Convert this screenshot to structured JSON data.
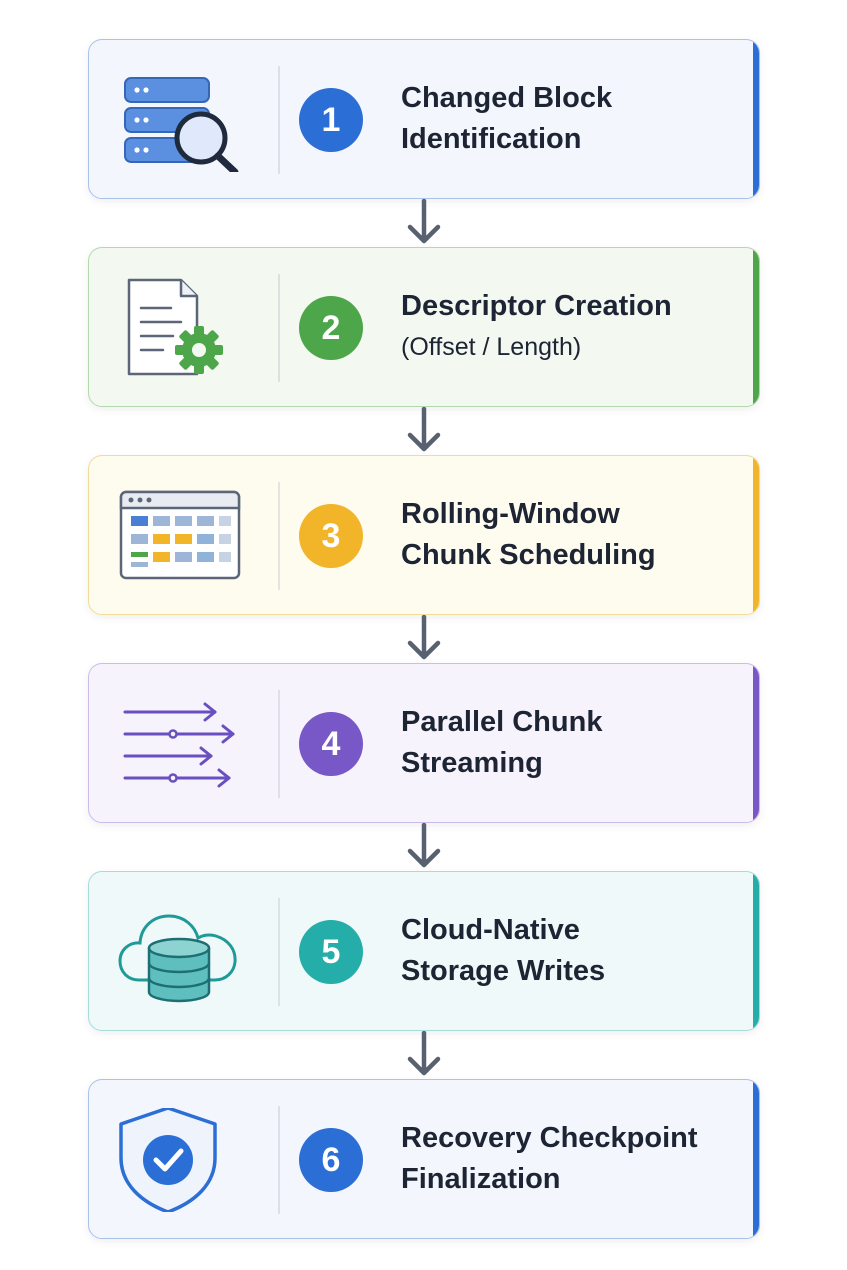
{
  "steps": [
    {
      "number": "1",
      "title_line1": "Changed Block",
      "title_line2": "Identification",
      "icon": "server-search-icon",
      "accent": "#2b6fd6",
      "bg": "#f3f6fc"
    },
    {
      "number": "2",
      "title_line1": "Descriptor Creation",
      "title_line2": "(Offset / Length)",
      "icon": "document-gear-icon",
      "accent": "#4da64a",
      "bg": "#f3f8f1"
    },
    {
      "number": "3",
      "title_line1": "Rolling-Window",
      "title_line2": "Chunk Scheduling",
      "icon": "schedule-grid-icon",
      "accent": "#f2b429",
      "bg": "#fefbef"
    },
    {
      "number": "4",
      "title_line1": "Parallel Chunk",
      "title_line2": "Streaming",
      "icon": "parallel-arrows-icon",
      "accent": "#7758c6",
      "bg": "#f6f3fc"
    },
    {
      "number": "5",
      "title_line1": "Cloud-Native",
      "title_line2": "Storage Writes",
      "icon": "cloud-database-icon",
      "accent": "#25ada9",
      "bg": "#f0f9f9"
    },
    {
      "number": "6",
      "title_line1": "Recovery Checkpoint",
      "title_line2": "Finalization",
      "icon": "shield-check-icon",
      "accent": "#2b6fd6",
      "bg": "#f3f6fc"
    }
  ]
}
